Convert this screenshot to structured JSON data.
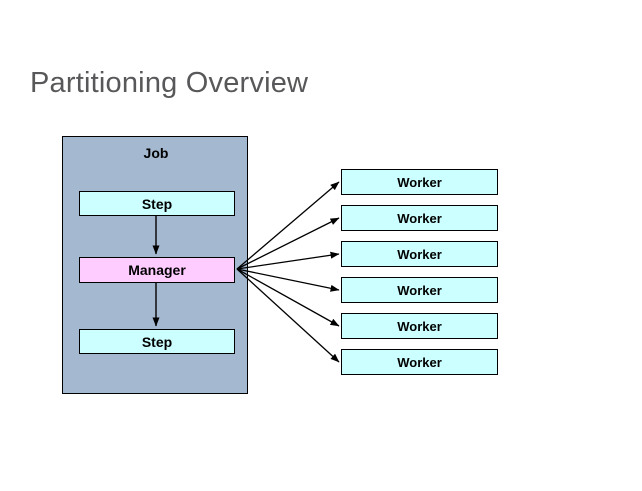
{
  "slide": {
    "title": "Partitioning Overview",
    "background_color": "#ffffff",
    "title_color": "#58585a"
  },
  "colors": {
    "job_fill": "#a4b8cf",
    "step_fill": "#ccffff",
    "manager_fill": "#ffccff",
    "worker_fill": "#ccffff",
    "stroke": "#000000"
  },
  "diagram": {
    "job": {
      "label": "Job",
      "nodes": [
        {
          "id": "step-1",
          "label": "Step",
          "type": "step"
        },
        {
          "id": "manager",
          "label": "Manager",
          "type": "manager"
        },
        {
          "id": "step-2",
          "label": "Step",
          "type": "step"
        }
      ]
    },
    "workers": [
      {
        "id": "worker-1",
        "label": "Worker"
      },
      {
        "id": "worker-2",
        "label": "Worker"
      },
      {
        "id": "worker-3",
        "label": "Worker"
      },
      {
        "id": "worker-4",
        "label": "Worker"
      },
      {
        "id": "worker-5",
        "label": "Worker"
      },
      {
        "id": "worker-6",
        "label": "Worker"
      }
    ],
    "connectors": {
      "vertical": [
        {
          "from": "step-1",
          "to": "manager"
        },
        {
          "from": "manager",
          "to": "step-2"
        }
      ],
      "fan_out_from": "manager",
      "fan_out_count": 6
    }
  }
}
